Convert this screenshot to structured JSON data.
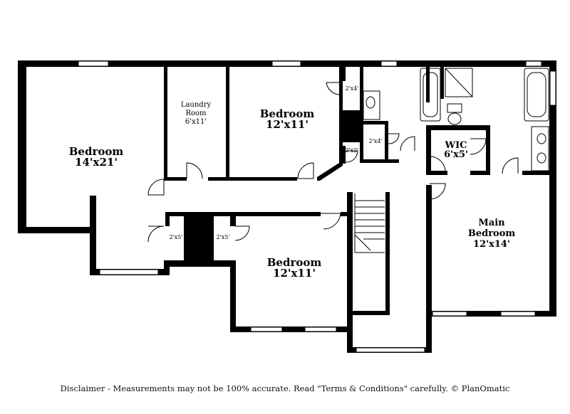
{
  "rooms": {
    "bedroom_left": {
      "name": "Bedroom",
      "size": "14'x21'"
    },
    "laundry": {
      "name_line1": "Laundry",
      "name_line2": "Room",
      "size": "6'x11'"
    },
    "bedroom_top": {
      "name": "Bedroom",
      "size": "12'x11'"
    },
    "closet_2x4_top": {
      "size": "2'x4'"
    },
    "closet_2x4_mid": {
      "size": "2'x4'"
    },
    "closet_2x2": {
      "size": "2'x2'"
    },
    "wic": {
      "name": "WIC",
      "size": "6'x5'"
    },
    "main_bedroom": {
      "name_line1": "Main",
      "name_line2": "Bedroom",
      "size": "12'x14'"
    },
    "closet_2x5_left": {
      "size": "2'x5'"
    },
    "closet_2x5_right": {
      "size": "2'x5'"
    },
    "bedroom_bottom": {
      "name": "Bedroom",
      "size": "12'x11'"
    }
  },
  "disclaimer": "Disclaimer - Measurements may not be 100% accurate. Read \"Terms & Conditions\" carefully. © PlanOmatic"
}
